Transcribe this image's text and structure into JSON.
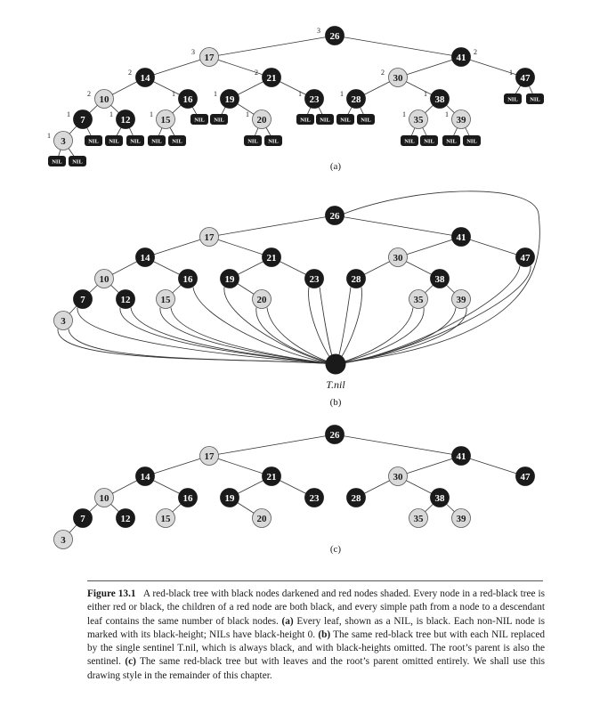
{
  "colors": {
    "black_node": "#1a1a1a",
    "red_node": "#d9d9d9",
    "edge": "#333333"
  },
  "nil_text": "NIL",
  "tnil_text": "T.nil",
  "panels": [
    {
      "id": "a",
      "label": "(a)",
      "nodes": [
        {
          "id": "n26",
          "key": "26",
          "color": "black",
          "bh": "3"
        },
        {
          "id": "n17",
          "key": "17",
          "color": "red",
          "bh": "3"
        },
        {
          "id": "n41",
          "key": "41",
          "color": "black",
          "bh": "2"
        },
        {
          "id": "n14",
          "key": "14",
          "color": "black",
          "bh": "2"
        },
        {
          "id": "n21",
          "key": "21",
          "color": "black",
          "bh": "2"
        },
        {
          "id": "n30",
          "key": "30",
          "color": "red",
          "bh": "2"
        },
        {
          "id": "n47",
          "key": "47",
          "color": "black",
          "bh": "1"
        },
        {
          "id": "n10",
          "key": "10",
          "color": "red",
          "bh": "2"
        },
        {
          "id": "n16",
          "key": "16",
          "color": "black",
          "bh": "1"
        },
        {
          "id": "n19",
          "key": "19",
          "color": "black",
          "bh": "1"
        },
        {
          "id": "n23",
          "key": "23",
          "color": "black",
          "bh": "1"
        },
        {
          "id": "n28",
          "key": "28",
          "color": "black",
          "bh": "1"
        },
        {
          "id": "n38",
          "key": "38",
          "color": "black",
          "bh": "1"
        },
        {
          "id": "n7",
          "key": "7",
          "color": "black",
          "bh": "1"
        },
        {
          "id": "n12",
          "key": "12",
          "color": "black",
          "bh": "1"
        },
        {
          "id": "n15",
          "key": "15",
          "color": "red",
          "bh": "1"
        },
        {
          "id": "n20",
          "key": "20",
          "color": "red",
          "bh": "1"
        },
        {
          "id": "n35",
          "key": "35",
          "color": "red",
          "bh": "1"
        },
        {
          "id": "n39",
          "key": "39",
          "color": "red",
          "bh": "1"
        },
        {
          "id": "n3",
          "key": "3",
          "color": "red",
          "bh": "1"
        }
      ],
      "edges": [
        [
          "n26",
          "n17"
        ],
        [
          "n26",
          "n41"
        ],
        [
          "n17",
          "n14"
        ],
        [
          "n17",
          "n21"
        ],
        [
          "n41",
          "n30"
        ],
        [
          "n41",
          "n47"
        ],
        [
          "n14",
          "n10"
        ],
        [
          "n14",
          "n16"
        ],
        [
          "n21",
          "n19"
        ],
        [
          "n21",
          "n23"
        ],
        [
          "n30",
          "n28"
        ],
        [
          "n30",
          "n38"
        ],
        [
          "n10",
          "n7"
        ],
        [
          "n10",
          "n12"
        ],
        [
          "n16",
          "n15"
        ],
        [
          "n38",
          "n35"
        ],
        [
          "n38",
          "n39"
        ],
        [
          "n7",
          "n3"
        ],
        [
          "n19",
          "n20"
        ]
      ],
      "nil_parents": [
        "n47",
        "n47",
        "n16",
        "n19",
        "n23",
        "n23",
        "n28",
        "n28",
        "n7",
        "n12",
        "n12",
        "n15",
        "n15",
        "n20",
        "n20",
        "n35",
        "n35",
        "n39",
        "n39",
        "n3",
        "n3"
      ]
    },
    {
      "id": "b",
      "label": "(b)",
      "nodes": [
        {
          "id": "n26",
          "key": "26",
          "color": "black"
        },
        {
          "id": "n17",
          "key": "17",
          "color": "red"
        },
        {
          "id": "n41",
          "key": "41",
          "color": "black"
        },
        {
          "id": "n14",
          "key": "14",
          "color": "black"
        },
        {
          "id": "n21",
          "key": "21",
          "color": "black"
        },
        {
          "id": "n30",
          "key": "30",
          "color": "red"
        },
        {
          "id": "n47",
          "key": "47",
          "color": "black"
        },
        {
          "id": "n10",
          "key": "10",
          "color": "red"
        },
        {
          "id": "n16",
          "key": "16",
          "color": "black"
        },
        {
          "id": "n19",
          "key": "19",
          "color": "black"
        },
        {
          "id": "n23",
          "key": "23",
          "color": "black"
        },
        {
          "id": "n28",
          "key": "28",
          "color": "black"
        },
        {
          "id": "n38",
          "key": "38",
          "color": "black"
        },
        {
          "id": "n7",
          "key": "7",
          "color": "black"
        },
        {
          "id": "n12",
          "key": "12",
          "color": "black"
        },
        {
          "id": "n15",
          "key": "15",
          "color": "red"
        },
        {
          "id": "n20",
          "key": "20",
          "color": "red"
        },
        {
          "id": "n35",
          "key": "35",
          "color": "red"
        },
        {
          "id": "n39",
          "key": "39",
          "color": "red"
        },
        {
          "id": "n3",
          "key": "3",
          "color": "red"
        }
      ],
      "edges": [
        [
          "n26",
          "n17"
        ],
        [
          "n26",
          "n41"
        ],
        [
          "n17",
          "n14"
        ],
        [
          "n17",
          "n21"
        ],
        [
          "n41",
          "n30"
        ],
        [
          "n41",
          "n47"
        ],
        [
          "n14",
          "n10"
        ],
        [
          "n14",
          "n16"
        ],
        [
          "n21",
          "n19"
        ],
        [
          "n21",
          "n23"
        ],
        [
          "n30",
          "n28"
        ],
        [
          "n30",
          "n38"
        ],
        [
          "n10",
          "n7"
        ],
        [
          "n10",
          "n12"
        ],
        [
          "n16",
          "n15"
        ],
        [
          "n38",
          "n35"
        ],
        [
          "n38",
          "n39"
        ],
        [
          "n7",
          "n3"
        ],
        [
          "n19",
          "n20"
        ]
      ],
      "sentinel_links": [
        "n3",
        "n3",
        "n7",
        "n12",
        "n12",
        "n15",
        "n15",
        "n16",
        "n19",
        "n20",
        "n20",
        "n23",
        "n23",
        "n28",
        "n28",
        "n35",
        "n35",
        "n39",
        "n39",
        "n47",
        "n47",
        "n26"
      ]
    },
    {
      "id": "c",
      "label": "(c)",
      "nodes": [
        {
          "id": "n26",
          "key": "26",
          "color": "black"
        },
        {
          "id": "n17",
          "key": "17",
          "color": "red"
        },
        {
          "id": "n41",
          "key": "41",
          "color": "black"
        },
        {
          "id": "n14",
          "key": "14",
          "color": "black"
        },
        {
          "id": "n21",
          "key": "21",
          "color": "black"
        },
        {
          "id": "n30",
          "key": "30",
          "color": "red"
        },
        {
          "id": "n47",
          "key": "47",
          "color": "black"
        },
        {
          "id": "n10",
          "key": "10",
          "color": "red"
        },
        {
          "id": "n16",
          "key": "16",
          "color": "black"
        },
        {
          "id": "n19",
          "key": "19",
          "color": "black"
        },
        {
          "id": "n23",
          "key": "23",
          "color": "black"
        },
        {
          "id": "n28",
          "key": "28",
          "color": "black"
        },
        {
          "id": "n38",
          "key": "38",
          "color": "black"
        },
        {
          "id": "n7",
          "key": "7",
          "color": "black"
        },
        {
          "id": "n12",
          "key": "12",
          "color": "black"
        },
        {
          "id": "n15",
          "key": "15",
          "color": "red"
        },
        {
          "id": "n20",
          "key": "20",
          "color": "red"
        },
        {
          "id": "n35",
          "key": "35",
          "color": "red"
        },
        {
          "id": "n39",
          "key": "39",
          "color": "red"
        },
        {
          "id": "n3",
          "key": "3",
          "color": "red"
        }
      ],
      "edges": [
        [
          "n26",
          "n17"
        ],
        [
          "n26",
          "n41"
        ],
        [
          "n17",
          "n14"
        ],
        [
          "n17",
          "n21"
        ],
        [
          "n41",
          "n30"
        ],
        [
          "n41",
          "n47"
        ],
        [
          "n14",
          "n10"
        ],
        [
          "n14",
          "n16"
        ],
        [
          "n21",
          "n19"
        ],
        [
          "n21",
          "n23"
        ],
        [
          "n30",
          "n28"
        ],
        [
          "n30",
          "n38"
        ],
        [
          "n10",
          "n7"
        ],
        [
          "n10",
          "n12"
        ],
        [
          "n16",
          "n15"
        ],
        [
          "n38",
          "n35"
        ],
        [
          "n38",
          "n39"
        ],
        [
          "n7",
          "n3"
        ],
        [
          "n19",
          "n20"
        ]
      ]
    }
  ],
  "caption": {
    "figure_label": "Figure 13.1",
    "intro": "A red-black tree with black nodes darkened and red nodes shaded. Every node in a red-black tree is either red or black, the children of a red node are both black, and every simple path from a node to a descendant leaf contains the same number of black nodes.",
    "part_a_label": "(a)",
    "part_a": "Every leaf, shown as a NIL, is black. Each non-NIL node is marked with its black-height; NILs have black-height 0.",
    "part_b_label": "(b)",
    "part_b": "The same red-black tree but with each NIL replaced by the single sentinel T.nil, which is always black, and with black-heights omitted. The root’s parent is also the sentinel.",
    "part_c_label": "(c)",
    "part_c": "The same red-black tree but with leaves and the root’s parent omitted entirely. We shall use this drawing style in the remainder of this chapter."
  }
}
